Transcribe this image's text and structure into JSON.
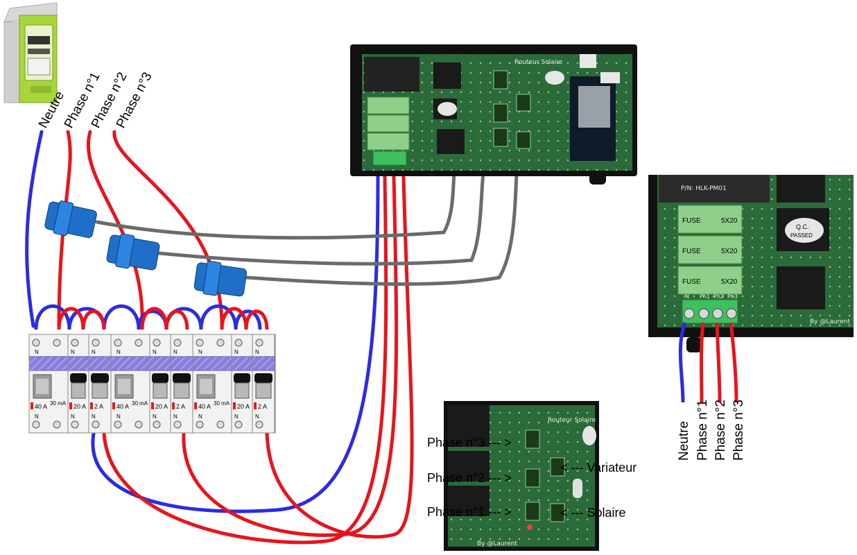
{
  "colors": {
    "neutral": "#2b2be6",
    "phase": "#e8141c",
    "sensor_cable": "#6b6b6b",
    "sensor_clamp": "#1f6fc9",
    "pcb": "#2b6b3a",
    "fuse": "#8ed08a",
    "enclosure": "#111111",
    "meter": "#a6d63a",
    "breaker_bar": "#8a7fd8",
    "breaker_tag": "#e41b1b"
  },
  "icons": [
    "electric-meter-icon",
    "current-clamp-icon",
    "circuit-breaker-icon",
    "router-board-icon"
  ],
  "top_labels": {
    "neutre": "Neutre",
    "phase1": "Phase n°1",
    "phase2": "Phase n°2",
    "phase3": "Phase n°3"
  },
  "right_labels": {
    "neutre": "Neutre",
    "phase1": "Phase n°1",
    "phase2": "Phase n°2",
    "phase3": "Phase n°3"
  },
  "detail_labels": {
    "phase3": "Phase n°3 --- >",
    "phase2": "Phase n°2 --- >",
    "phase1": "Phase n°1 --- >",
    "variateur": "< --- Variateur",
    "solaire": "< --- Solaire"
  },
  "board": {
    "title": "Routeur Solaire",
    "credit": "By @Laurent",
    "module": "P/N: HLK-PM01",
    "fuse_label": "FUSE",
    "fuse_rating": "5X20",
    "passed": "PASSED",
    "qc": "Q.C.",
    "terminal_labels": [
      "N",
      "Ph1",
      "Ph2",
      "Ph3"
    ]
  },
  "breakers": {
    "neutral": "N",
    "ratings": [
      "40 A",
      "20 A",
      "2 A",
      "40 A",
      "20 A",
      "2 A",
      "40 A",
      "20 A",
      "2 A"
    ],
    "differential": "30 mA"
  }
}
